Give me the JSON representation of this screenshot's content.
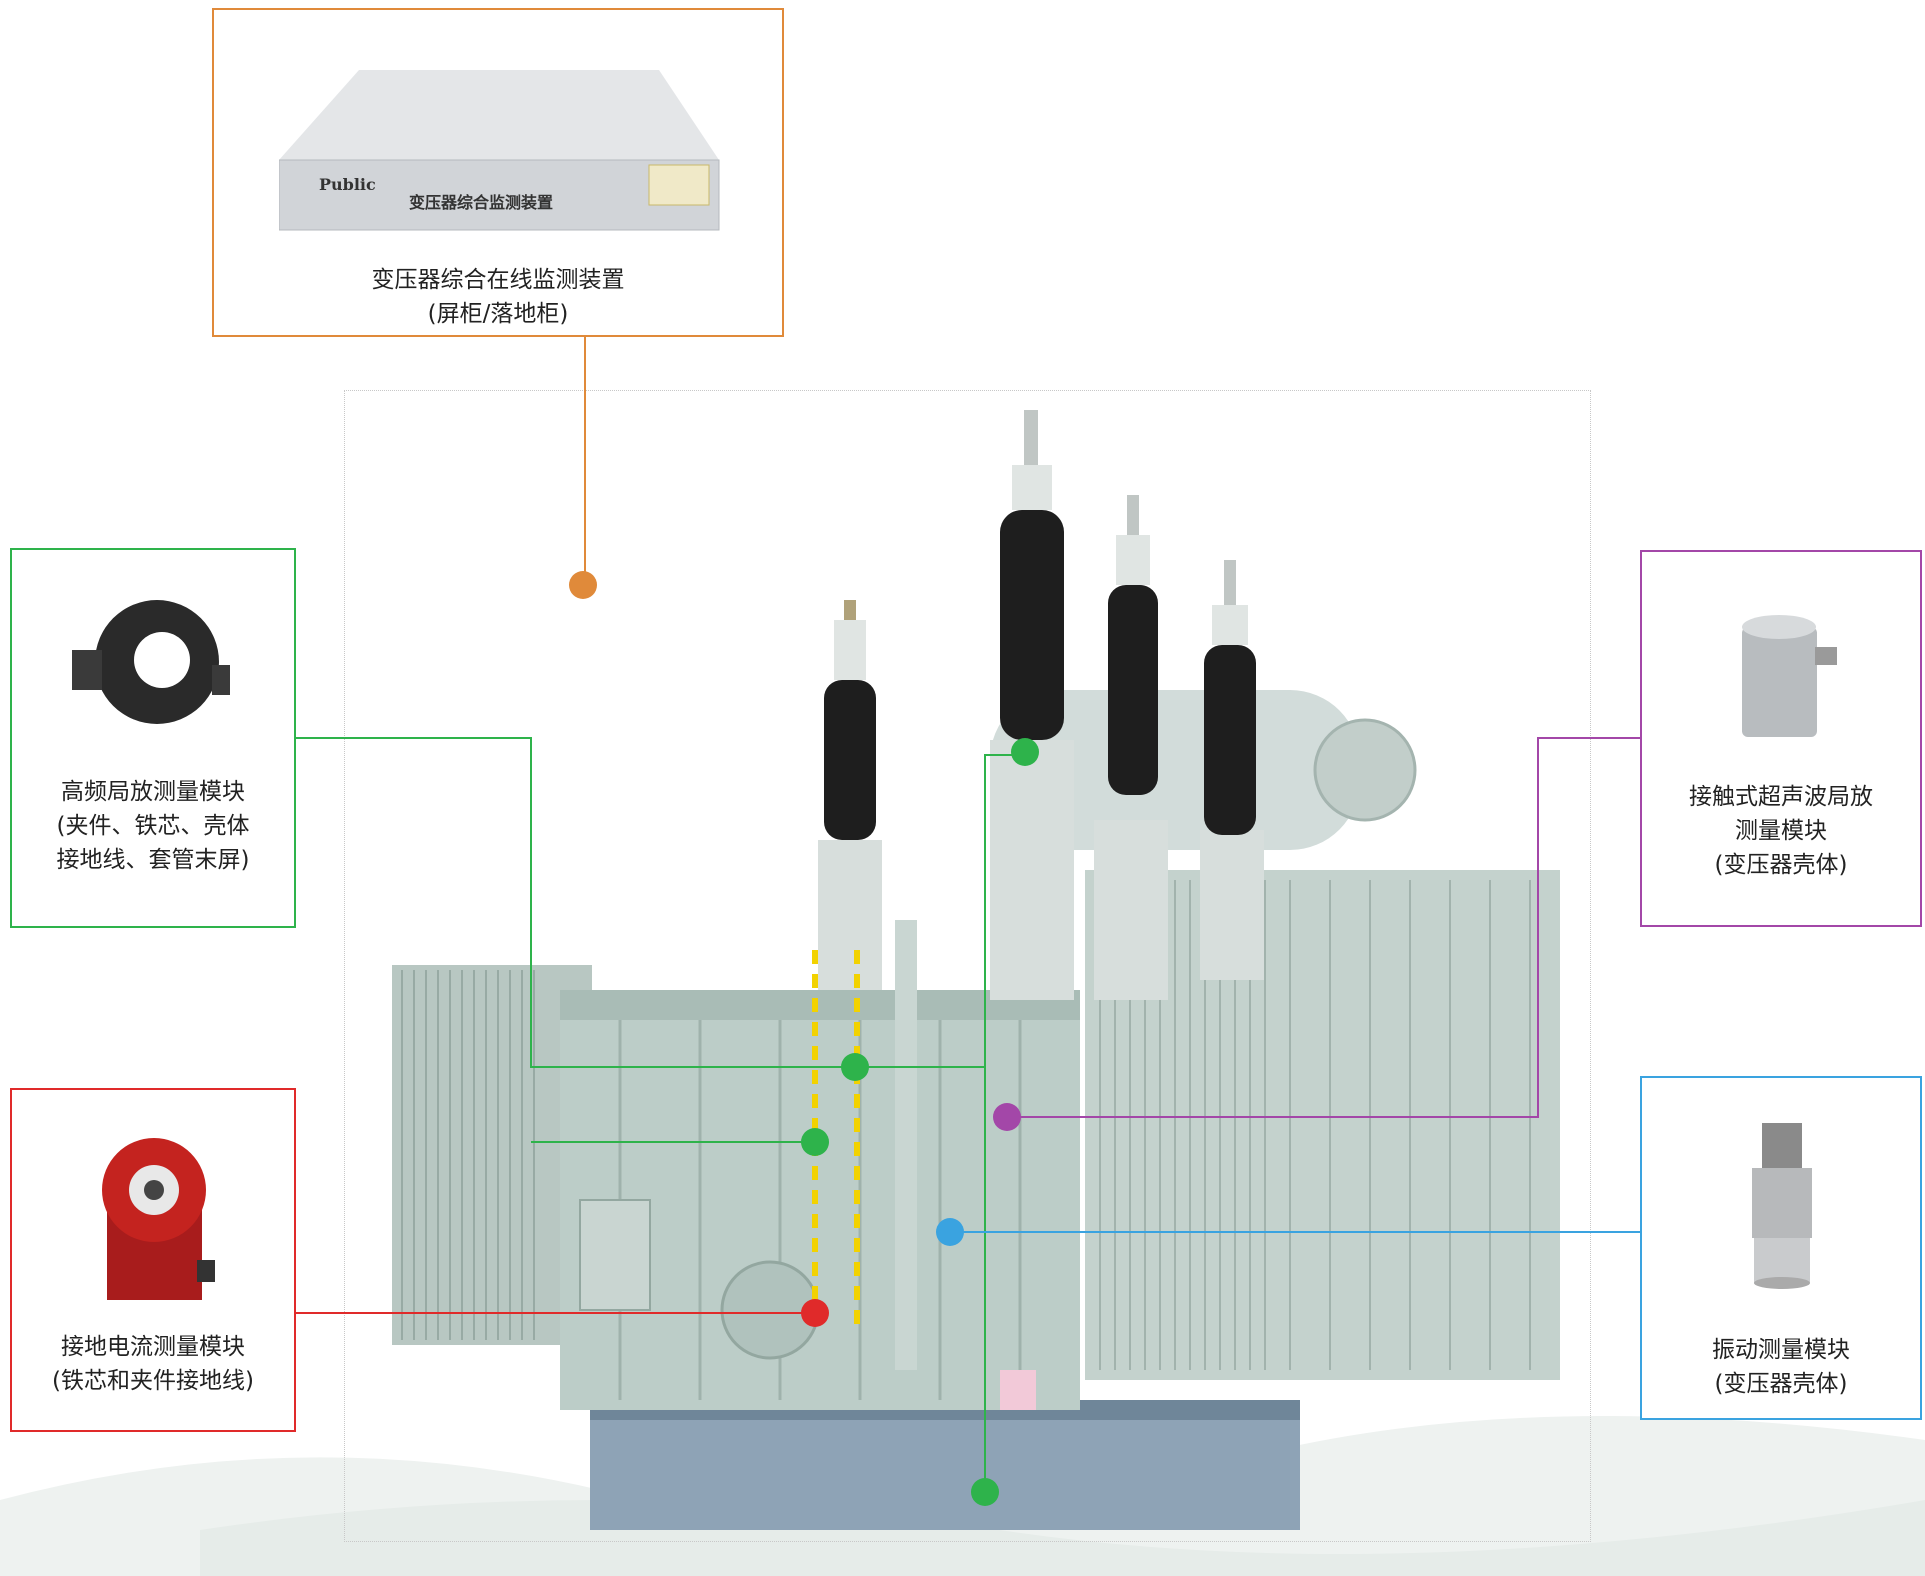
{
  "device": {
    "caption_line1": "变压器综合在线监测装置",
    "caption_line2": "(屏柜/落地柜)",
    "front_brand": "Public",
    "front_label": "变压器综合监测装置"
  },
  "hfpd": {
    "line1": "高频局放测量模块",
    "line2": "(夹件、铁芯、壳体",
    "line3": "接地线、套管末屏)"
  },
  "ground": {
    "line1": "接地电流测量模块",
    "line2": "(铁芯和夹件接地线)"
  },
  "ultrasonic": {
    "line1": "接触式超声波局放",
    "line2": "测量模块",
    "line3": "(变压器壳体)"
  },
  "vibration": {
    "line1": "振动测量模块",
    "line2": "(变压器壳体)"
  },
  "colors": {
    "device": "#e08a3a",
    "hfpd": "#2eb34b",
    "ground": "#e02a2a",
    "ultrasonic": "#a347a8",
    "vibration": "#3aa3e0",
    "transformer_body": "#b9cbc6",
    "bushing": "#1e1e1e",
    "base": "#8aa0b3"
  }
}
